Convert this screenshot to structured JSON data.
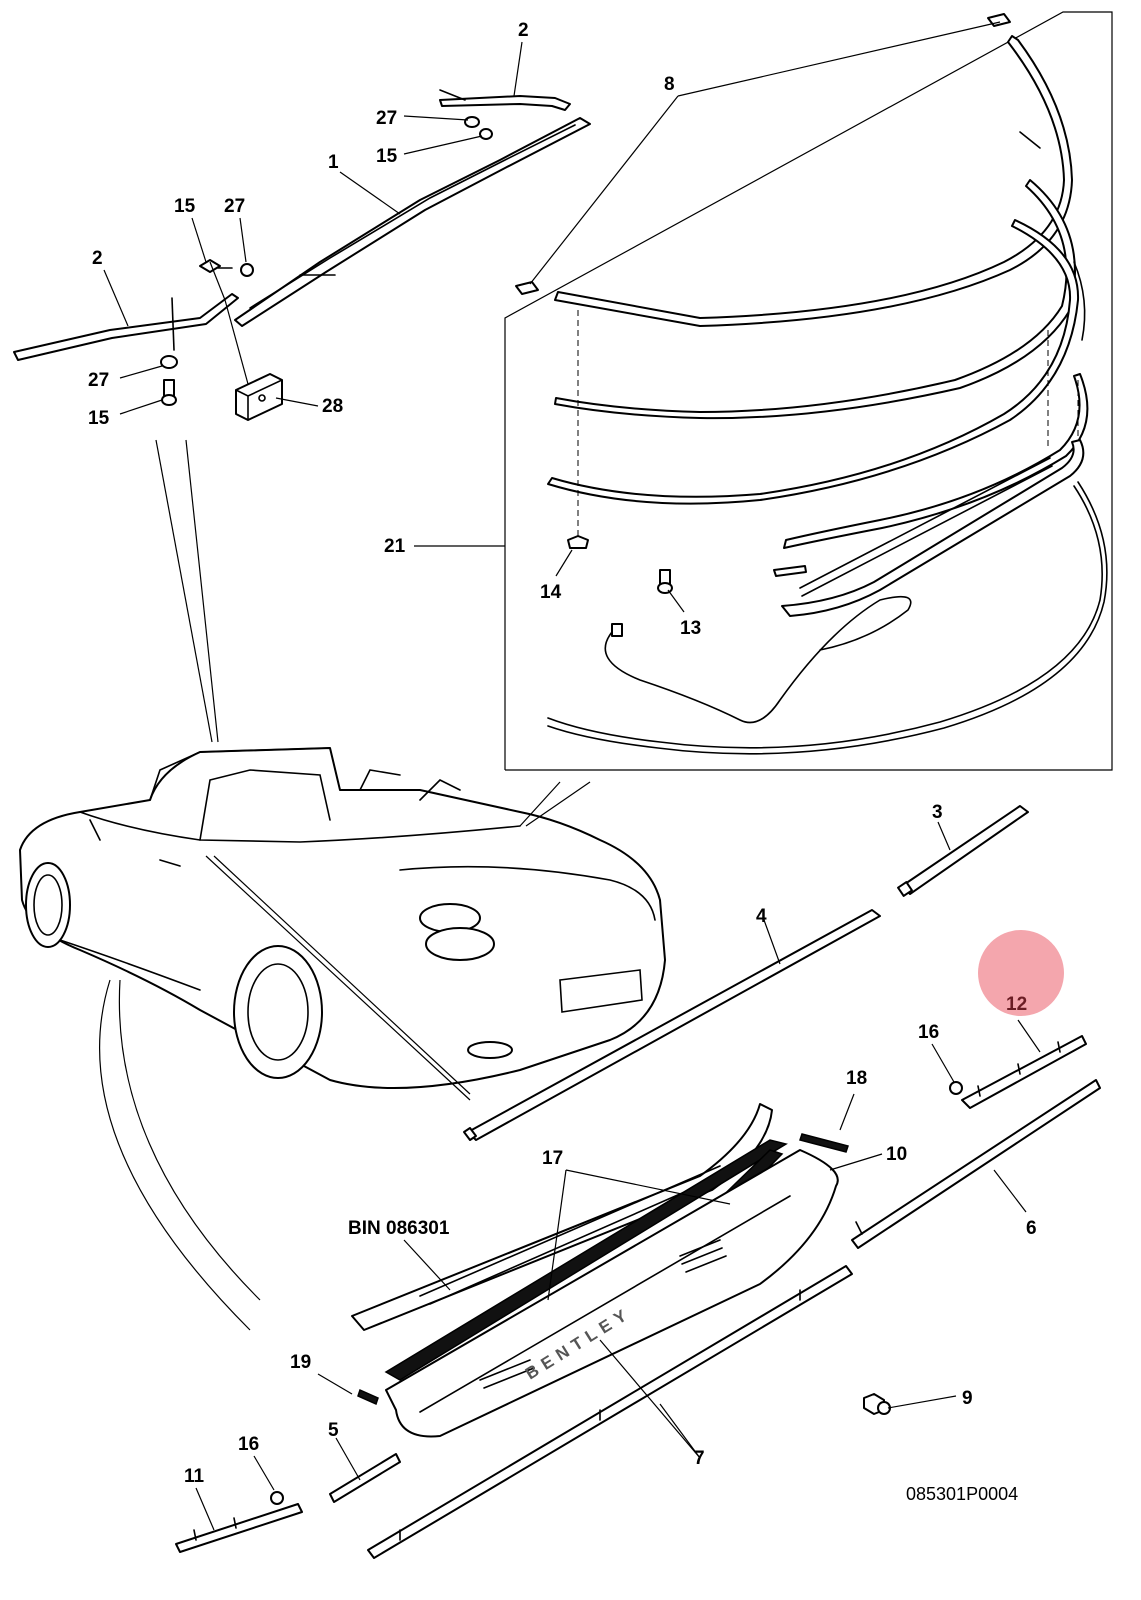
{
  "colors": {
    "line": "#000000",
    "background": "#ffffff",
    "highlight": "#f4a6ad"
  },
  "callouts": [
    {
      "id": "c2a",
      "text": "2"
    },
    {
      "id": "c27a",
      "text": "27"
    },
    {
      "id": "c15a",
      "text": "15"
    },
    {
      "id": "c1",
      "text": "1"
    },
    {
      "id": "c8",
      "text": "8"
    },
    {
      "id": "c15b",
      "text": "15"
    },
    {
      "id": "c27b",
      "text": "27"
    },
    {
      "id": "c2b",
      "text": "2"
    },
    {
      "id": "c27c",
      "text": "27"
    },
    {
      "id": "c15c",
      "text": "15"
    },
    {
      "id": "c28",
      "text": "28"
    },
    {
      "id": "c21",
      "text": "21"
    },
    {
      "id": "c14",
      "text": "14"
    },
    {
      "id": "c13",
      "text": "13"
    },
    {
      "id": "c3",
      "text": "3"
    },
    {
      "id": "c4",
      "text": "4"
    },
    {
      "id": "c12",
      "text": "12"
    },
    {
      "id": "c16a",
      "text": "16"
    },
    {
      "id": "c18",
      "text": "18"
    },
    {
      "id": "c10",
      "text": "10"
    },
    {
      "id": "c17",
      "text": "17"
    },
    {
      "id": "c6",
      "text": "6"
    },
    {
      "id": "cbin",
      "text": "BIN 086301"
    },
    {
      "id": "c19",
      "text": "19"
    },
    {
      "id": "c9",
      "text": "9"
    },
    {
      "id": "c5",
      "text": "5"
    },
    {
      "id": "c16b",
      "text": "16"
    },
    {
      "id": "c11",
      "text": "11"
    },
    {
      "id": "c7",
      "text": "7"
    }
  ],
  "sill_lettering": "BENTLEY",
  "drawing_number": "085301P0004"
}
